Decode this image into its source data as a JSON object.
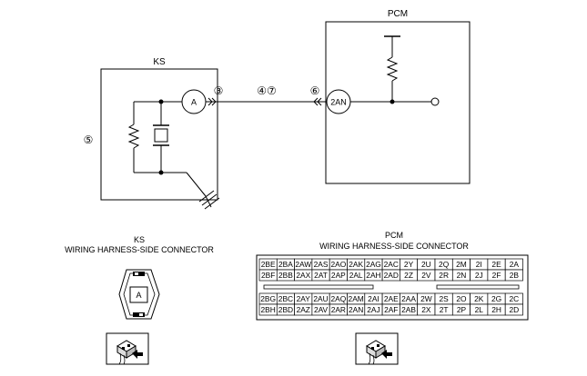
{
  "ks": {
    "title": "KS",
    "terminal": "A",
    "conn_title_1": "KS",
    "conn_title_2": "WIRING HARNESS-SIDE CONNECTOR",
    "conn_terminal": "A"
  },
  "pcm": {
    "title": "PCM",
    "terminal": "2AN",
    "conn_title_1": "PCM",
    "conn_title_2": "WIRING HARNESS-SIDE CONNECTOR"
  },
  "callouts": {
    "c3": "③",
    "c47": "④⑦",
    "c5": "⑤",
    "c6": "⑥"
  },
  "pcm_connector": {
    "top_rows": [
      [
        "2BE",
        "2BA",
        "2AW",
        "2AS",
        "2AO",
        "2AK",
        "2AG",
        "2AC",
        "2Y",
        "2U",
        "2Q",
        "2M",
        "2I",
        "2E",
        "2A"
      ],
      [
        "2BF",
        "2BB",
        "2AX",
        "2AT",
        "2AP",
        "2AL",
        "2AH",
        "2AD",
        "2Z",
        "2V",
        "2R",
        "2N",
        "2J",
        "2F",
        "2B"
      ]
    ],
    "bottom_rows": [
      [
        "2BG",
        "2BC",
        "2AY",
        "2AU",
        "2AQ",
        "2AM",
        "2AI",
        "2AE",
        "2AA",
        "2W",
        "2S",
        "2O",
        "2K",
        "2G",
        "2C"
      ],
      [
        "2BH",
        "2BD",
        "2AZ",
        "2AV",
        "2AR",
        "2AN",
        "2AJ",
        "2AF",
        "2AB",
        "2X",
        "2T",
        "2P",
        "2L",
        "2H",
        "2D"
      ]
    ]
  }
}
